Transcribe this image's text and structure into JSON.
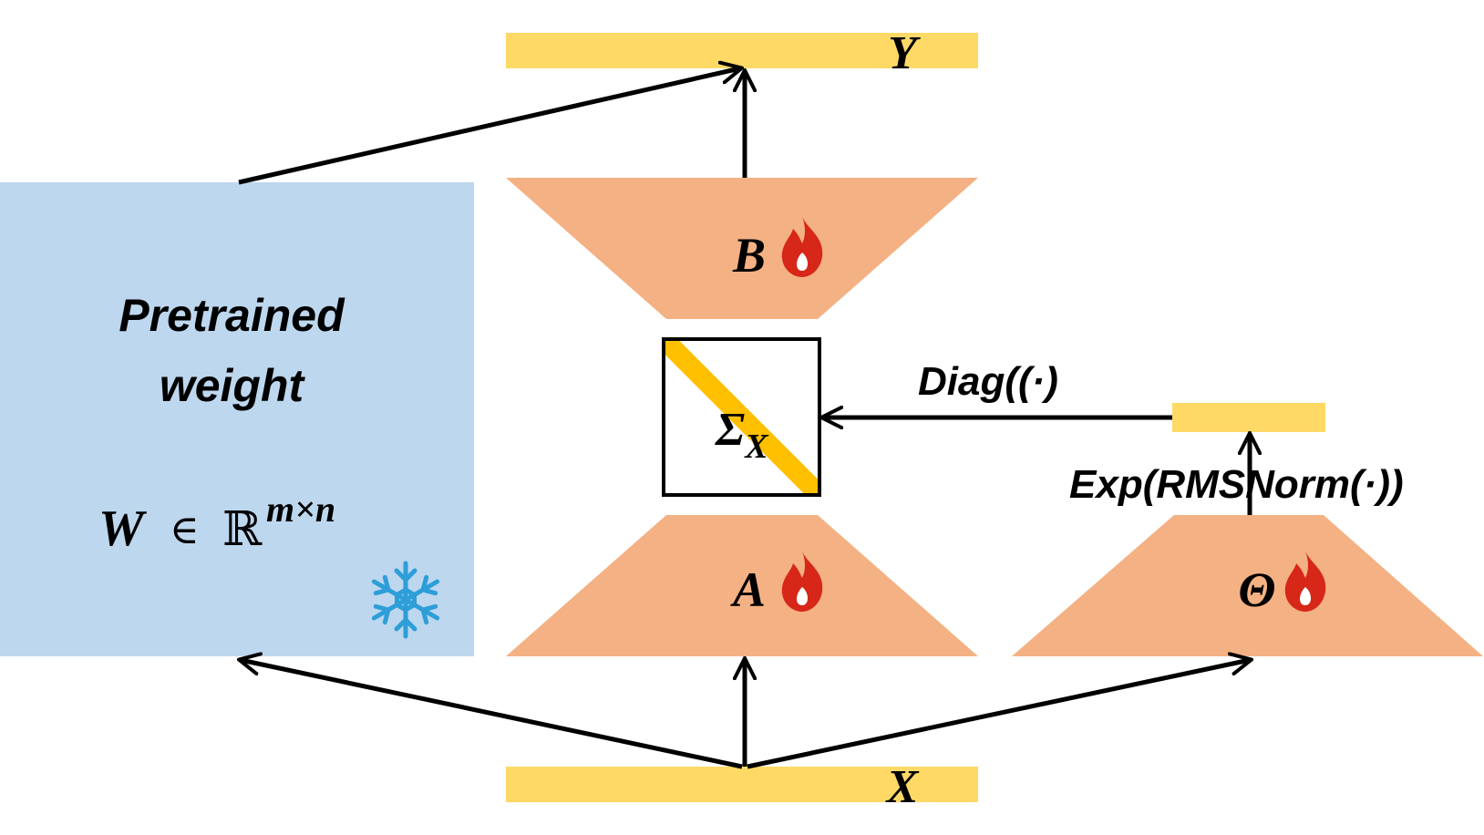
{
  "nodes": {
    "output_y": {
      "label": "Y"
    },
    "input_x": {
      "label": "X"
    },
    "pretrained": {
      "title_line1": "Pretrained",
      "title_line2": "weight",
      "formula_var": "W",
      "formula_in": "∈",
      "formula_set": "ℝ",
      "formula_exp": "m×n",
      "icon": "snowflake-icon"
    },
    "matrix_b": {
      "label": "B",
      "icon": "fire-icon"
    },
    "matrix_a": {
      "label": "A",
      "icon": "fire-icon"
    },
    "matrix_theta": {
      "label": "Θ",
      "icon": "fire-icon"
    },
    "sigma": {
      "label": "Σ",
      "subscript": "X"
    }
  },
  "edges": {
    "diag": {
      "label": "Diag((·)"
    },
    "exp_rmsnorm": {
      "label": "Exp(RMSNorm(·))"
    }
  },
  "colors": {
    "vector_bar": "#FFD966",
    "trainable_block": "#F4B183",
    "frozen_block": "#BDD7EE",
    "diagonal": "#FFC000",
    "fire": "#D62718",
    "snowflake": "#2E9ED8",
    "arrow": "#000000"
  }
}
